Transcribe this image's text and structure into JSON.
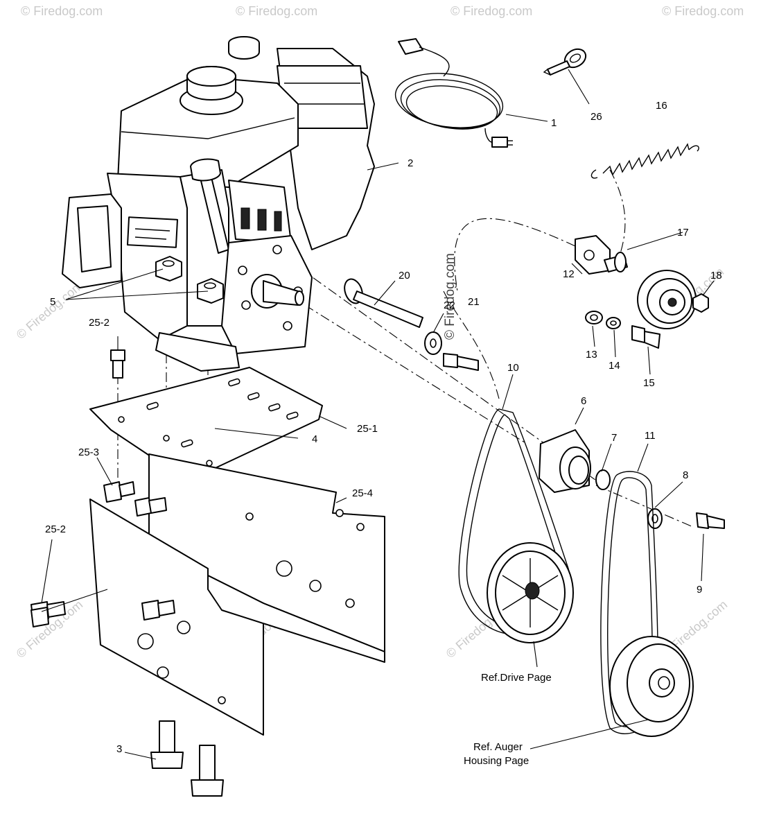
{
  "watermark": {
    "brand": "© Firedog.com",
    "center_text": "© Firedog.com"
  },
  "labels": {
    "p1": "1",
    "p2": "2",
    "p3": "3",
    "p4": "4",
    "p5": "5",
    "p6": "6",
    "p7": "7",
    "p8": "8",
    "p9": "9",
    "p10": "10",
    "p11": "11",
    "p12": "12",
    "p13": "13",
    "p14": "14",
    "p15": "15",
    "p16": "16",
    "p17": "17",
    "p18": "18",
    "p20": "20",
    "p21": "21",
    "p22": "22",
    "p25_1": "25-1",
    "p25_2a": "25-2",
    "p25_2b": "25-2",
    "p25_3": "25-3",
    "p25_4": "25-4",
    "p26": "26"
  },
  "references": {
    "drive_page": "Ref.Drive Page",
    "auger_line1": "Ref. Auger",
    "auger_line2": "Housing Page"
  }
}
